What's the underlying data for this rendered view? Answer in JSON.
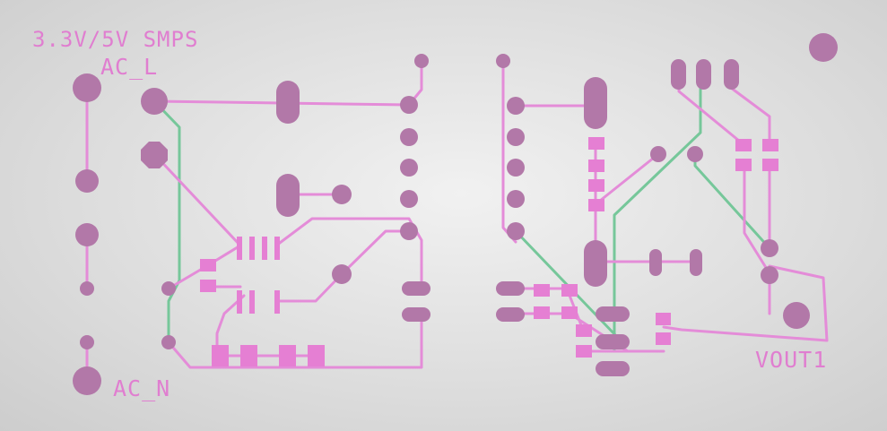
{
  "board": {
    "title": "3.3V/5V SMPS",
    "label_ac_l": "AC_L",
    "label_ac_n": "AC_N",
    "label_vout": "VOUT1"
  },
  "colors": {
    "pad": "#b278a8",
    "smd_pad": "#e57fd3",
    "top_trace": "#e48cd8",
    "bottom_trace": "#76c79a",
    "silkscreen": "#e07ed0",
    "background": "#e6e6e6"
  }
}
